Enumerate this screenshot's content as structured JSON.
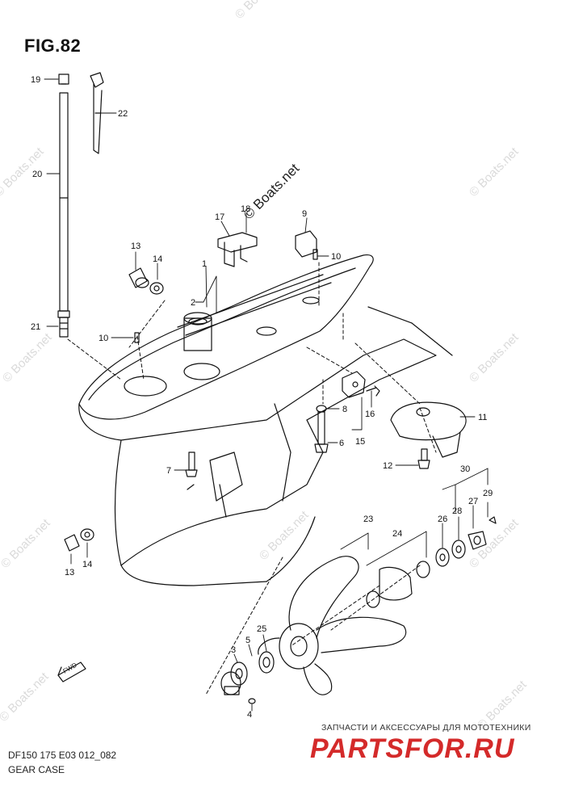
{
  "figure": {
    "title": "FIG.82",
    "code": "DF150 175 E03 012_082",
    "name": "GEAR CASE"
  },
  "watermark": {
    "main": "© Boats.net",
    "repeat": "© Boats.net"
  },
  "shop": {
    "slogan": "ЗАПЧАСТИ И АКСЕССУАРЫ ДЛЯ МОТОТЕХНИКИ",
    "logo": "PARTSFOR.RU",
    "logo_color": "#d42a2a"
  },
  "fwd_label": "FWD",
  "callouts": {
    "c19": "19",
    "c22": "22",
    "c20": "20",
    "c21": "21",
    "c13a": "13",
    "c14a": "14",
    "c17": "17",
    "c18": "18",
    "c9": "9",
    "c10a": "10",
    "c1": "1",
    "c2": "2",
    "c10b": "10",
    "c8": "8",
    "c16": "16",
    "c15": "15",
    "c6": "6",
    "c11": "11",
    "c7": "7",
    "c12": "12",
    "c30": "30",
    "c29": "29",
    "c27": "27",
    "c28": "28",
    "c26": "26",
    "c23": "23",
    "c24": "24",
    "c13b": "13",
    "c14b": "14",
    "c25": "25",
    "c3": "3",
    "c5": "5",
    "c4": "4"
  }
}
